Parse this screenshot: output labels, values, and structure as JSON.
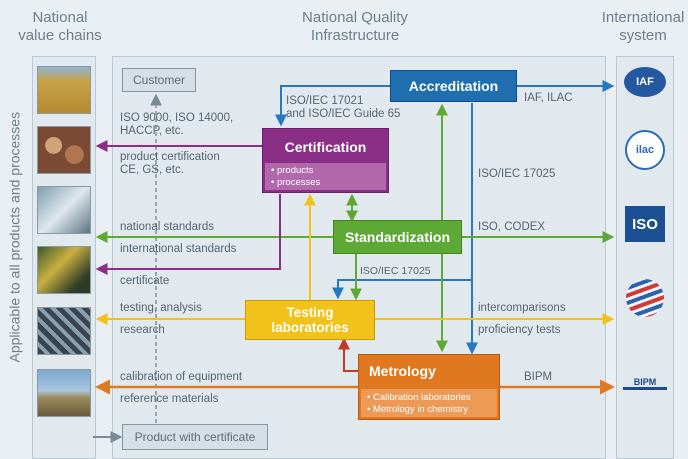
{
  "headers": {
    "left": [
      "National",
      "value chains"
    ],
    "middle": [
      "National Quality",
      "Infrastructure"
    ],
    "right": [
      "International",
      "system"
    ]
  },
  "side_label": "Applicable to all products and processes",
  "boxes": {
    "customer": "Customer",
    "accreditation": "Accreditation",
    "certification": {
      "title": "Certification",
      "items": [
        "• products",
        "• processes"
      ]
    },
    "standardization": "Standardization",
    "testing": [
      "Testing",
      "laboratories"
    ],
    "metrology": {
      "title": "Metrology",
      "items": [
        "• Calibration laboratories",
        "• Metrology in chemistry"
      ]
    },
    "product": "Product with certificate"
  },
  "left_labels": {
    "iso9000": [
      "ISO 9000, ISO 14000,",
      "HACCP, etc."
    ],
    "product_cert": [
      "product certification",
      "CE, GS, etc."
    ],
    "national_standards": "national standards",
    "international_standards": "international standards",
    "certificate": "certificate",
    "testing_analysis": "testing, analysis",
    "research": "research",
    "calibration": "calibration of equipment",
    "reference": "reference materials"
  },
  "right_labels": {
    "iaf_ilac": "IAF, ILAC",
    "iso_codex": "ISO, CODEX",
    "intercomparisons": "intercomparisons",
    "proficiency": "proficiency tests",
    "bipm": "BIPM",
    "iso17025_a": "ISO/IEC 17025"
  },
  "inner_labels": {
    "iso17021": [
      "ISO/IEC 17021",
      "and ISO/IEC Guide 65"
    ],
    "iso17025_b": "ISO/IEC 17025"
  },
  "logos": {
    "iaf": "IAF",
    "ilac": "ilac",
    "iso": "ISO",
    "wto": "WTO",
    "bipm": "BIPM"
  },
  "colors": {
    "accreditation": "#1f6fb0",
    "certification": "#8b2f86",
    "standardization": "#5ea836",
    "testing": "#f0c21a",
    "metrology": "#e07820",
    "arrow_blue": "#2678c0"
  }
}
